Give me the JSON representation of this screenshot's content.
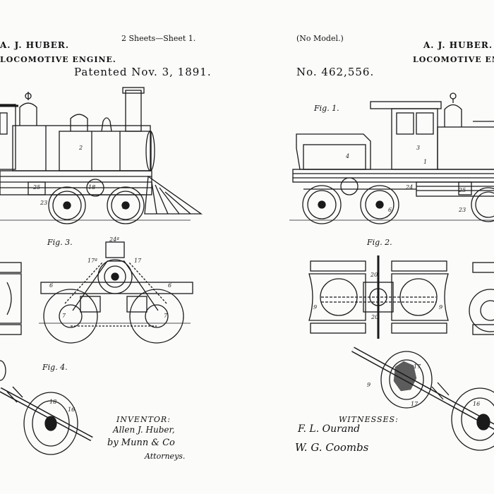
{
  "left_sheet": {
    "inventor_name_header": "A. J. HUBER.",
    "title": "LOCOMOTIVE ENGINE.",
    "sheet_label": "2 Sheets—Sheet 1.",
    "patent_date": "Patented Nov. 3, 1891.",
    "fig3_label": "Fig. 3.",
    "fig4_label": "Fig. 4.",
    "inventor_caption": "INVENTOR:",
    "inventor_signature": "Allen J. Huber,",
    "attorney_signature": "by Munn & Co",
    "attorneys_caption": "Attorneys."
  },
  "right_sheet": {
    "model_note": "(No Model.)",
    "inventor_name_header": "A. J. HUBER.",
    "title": "LOCOMOTIVE ENGINE.",
    "patent_number": "No. 462,556.",
    "fig1_label": "Fig. 1.",
    "fig2_label": "Fig. 2.",
    "witnesses_caption": "WITNESSES:",
    "witness_1": "F. L. Ourand",
    "witness_2": "W. G. Coombs"
  }
}
